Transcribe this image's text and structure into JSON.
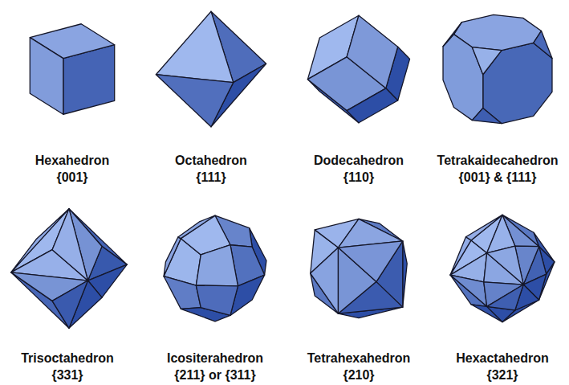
{
  "diagram": {
    "labels": [
      "Hexahedron",
      "{001}",
      "Octahedron",
      "{111}",
      "Dodecahedron",
      "{110}",
      "Tetrakaidecahedron",
      "{001} & {111}",
      "Trisoctahedron",
      "{331}",
      "Icositerahedron",
      "{211} or {311}",
      "Tetrahexahedron",
      "{210}",
      "Hexactahedron",
      "{321}"
    ]
  }
}
